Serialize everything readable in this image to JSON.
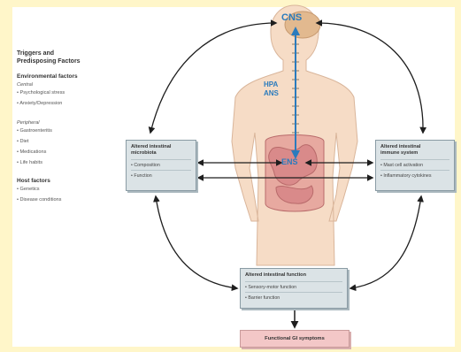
{
  "sidebar": {
    "title": "Triggers and\nPredisposing Factors",
    "env_heading": "Environmental factors",
    "central_label": "Central",
    "central_items": [
      "Psychological stress",
      "Anxiety/Depression"
    ],
    "peripheral_label": "Peripheral",
    "peripheral_items": [
      "Gastroenteritis",
      "Diet",
      "Medications",
      "Life habits"
    ],
    "host_heading": "Host factors",
    "host_items": [
      "Genetics",
      "Disease conditions"
    ]
  },
  "body_labels": {
    "cns": "CNS",
    "hpa": "HPA",
    "ans": "ANS",
    "ens": "ENS"
  },
  "boxes": {
    "microbiota": {
      "title": "Altered intestinal\nmicrobiota",
      "items": [
        "Composition",
        "Function"
      ]
    },
    "immune": {
      "title": "Altered intestinal\nimmune system",
      "items": [
        "Mast cell activation",
        "Inflammatory cytokines"
      ]
    },
    "intestine": {
      "title": "Altered intestinal function",
      "items": [
        "Sensory-motor function",
        "Barrier function"
      ]
    },
    "symptoms": {
      "title": "Functional GI symptoms"
    }
  },
  "colors": {
    "accent_blue": "#2a7bbd",
    "box_fill": "#dbe3e6",
    "symptom_fill": "#f3c7c7",
    "skin": "#f6dcc6",
    "gut": "#d98a8a",
    "background_band": "#fff6c9"
  }
}
